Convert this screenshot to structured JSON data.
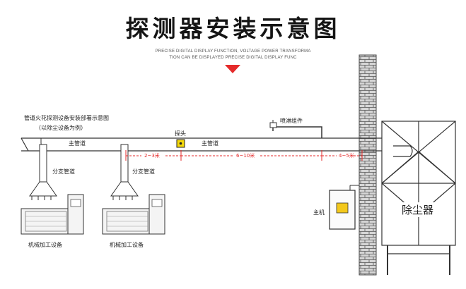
{
  "title": "探测器安装示意图",
  "subtitle_line1": "PRECISE DIGITAL DISPLAY FUNCTION, VOLTAGE POWER TRANSFORMA",
  "subtitle_line2": "TION CAN BE DISPLAYED PRECISE DIGITAL DISPLAY FUNC",
  "caption": {
    "line1": "管道火花探测设备安装部署示意图",
    "line2": "（以除尘设备为例）"
  },
  "labels": {
    "main_duct_left": "主管道",
    "main_duct_right": "主管道",
    "branch_duct_1": "分支管道",
    "branch_duct_2": "分支管道",
    "machine_1": "机械加工设备",
    "machine_2": "机械加工设备",
    "probe": "探头",
    "spray": "喷淋组件",
    "host": "主机",
    "dust_collector": "除尘器"
  },
  "dimensions": {
    "d1": "2~3米",
    "d2": "6~10米",
    "d3": "4~5米"
  },
  "colors": {
    "accent_red": "#e52b2b",
    "line": "#333333",
    "probe_fill": "#f5d90a",
    "host_fill": "#f3c81c"
  }
}
